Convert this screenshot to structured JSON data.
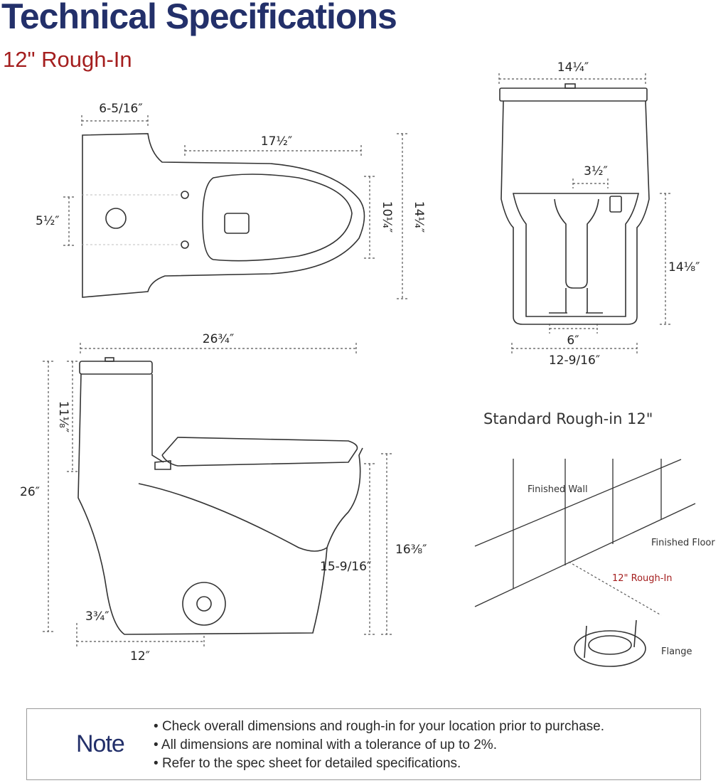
{
  "header": {
    "title": "Technical Specifications",
    "subtitle": "12\" Rough-In"
  },
  "top_view": {
    "tank_depth": "6-5/16″",
    "bowl_length": "17½″",
    "supply_offset": "5½″",
    "bowl_width": "10¼″",
    "overall_width": "14¼″"
  },
  "front_view": {
    "tank_width": "14¼″",
    "flush_button_width": "3½″",
    "seat_height": "14⅛″",
    "trap_width": "6″",
    "base_width": "12-9/16″"
  },
  "side_view": {
    "overall_length": "26¾″",
    "tank_height": "11⅛″",
    "overall_height": "26″",
    "bowl_height": "16⅜″",
    "rim_height": "15-9/16″",
    "outlet_height": "3¾″",
    "rough_in": "12″"
  },
  "rough_in_diagram": {
    "title": "Standard Rough-in 12\"",
    "finished_wall": "Finished  Wall",
    "finished_floor": "Finished  Floor",
    "rough_in_label": "12\" Rough-In",
    "flange": "Flange"
  },
  "note": {
    "title": "Note",
    "items": [
      "Check overall dimensions and rough-in for your location prior to purchase.",
      "All dimensions are nominal with a tolerance of up to 2%.",
      "Refer to the spec sheet for detailed specifications."
    ]
  },
  "colors": {
    "title": "#23306a",
    "subtitle": "#a41e1e",
    "line": "#333333"
  }
}
